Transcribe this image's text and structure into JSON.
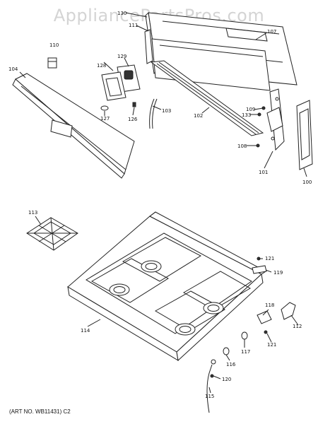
{
  "watermark": "AppliancePartsPros.com",
  "art_number": "(ART NO. WB11431) C2",
  "callouts": {
    "c100": "100",
    "c101": "101",
    "c102": "102",
    "c103": "103",
    "c104": "104",
    "c107": "107",
    "c108": "108",
    "c109": "109",
    "c110": "110",
    "c111": "111",
    "c112": "112",
    "c113": "113",
    "c114": "114",
    "c115": "115",
    "c116": "116",
    "c117": "117",
    "c118": "118",
    "c119": "119",
    "c120": "120",
    "c121a": "121",
    "c121b": "121",
    "c126": "126",
    "c127": "127",
    "c128": "128",
    "c129": "129",
    "c130": "130",
    "c133": "133"
  }
}
